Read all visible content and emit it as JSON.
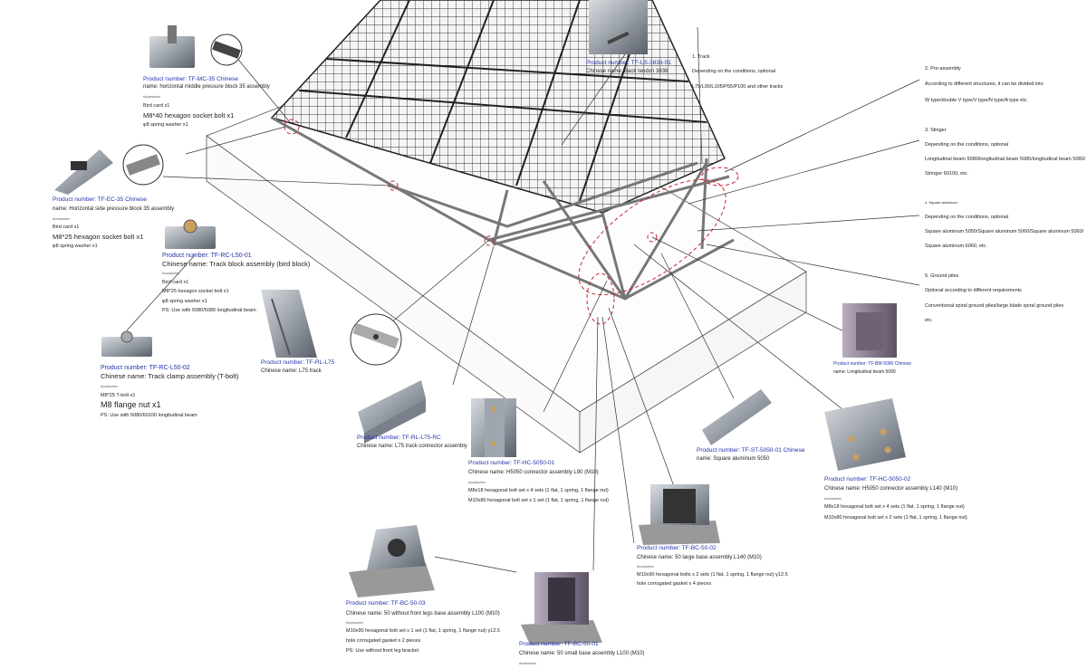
{
  "annotations": {
    "track": {
      "title": "1. Track",
      "line1": "Depending on the conditions, optional",
      "line2": "L75/L90/L105/P65/P100 and other tracks"
    },
    "preassembly": {
      "title": "2. Pre-assembly",
      "line1": "According to different structures, it can be divided into",
      "line2": "W type/double V type/V type/N type/A type etc."
    },
    "stringer": {
      "title": "3. Stinger",
      "line1": "Depending on the conditions, optional",
      "line2": "Longitudinal beam 5080/longitudinal beam 5085/longitudinal beam 5080/",
      "line3": "Stringer 60100, etc."
    },
    "square": {
      "title": "4. Square aluminum",
      "line1": "Depending on the conditions, optional",
      "line2": "Square aluminum 5050/Square aluminum 5060/Square aluminum 5060/",
      "line3": "Square aluminum 6060, etc."
    },
    "piles": {
      "title": "5. Ground piles",
      "line1": "Optional according to different requirements",
      "line2": "Conventional spiral ground piles/large blade spiral ground piles",
      "line3": "etc."
    }
  },
  "parts": {
    "mc35": {
      "pn": "Product number: TF-MC-35 Chinese",
      "cn": "name: horizontal middle pressure block 35 assembly",
      "acc": "Accessories",
      "a1": "Bird card x1",
      "a2": "M8*40 hexagon socket bolt x1",
      "a3": "φ8 spring washer x1"
    },
    "ec35": {
      "pn": "Product number: TF-EC-35 Chinese",
      "cn": "name: Horizontal side pressure block 35 assembly",
      "acc": "Accessories",
      "a1": "Bird card x1",
      "a2": "M8*25 hexagon socket bolt x1",
      "a3": "φ8 spring washer x1"
    },
    "rcl5001": {
      "pn": "Product number: TF-RC-L50-01",
      "cn": "Chinese name: Track block assembly (bird block)",
      "acc": "Accessories",
      "a1": "Bird card x1",
      "a2": "M8*25 hexagon socket bolt x1",
      "a3": "φ8 spring washer x1",
      "a4": "PS: Use with 5080/5080 longitudinal beam"
    },
    "rcl5002": {
      "pn": "Product number: TF-RC-L50-02",
      "cn": "Chinese name: Track clamp assembly (T-bolt)",
      "acc": "Accessories",
      "a1": "M8*25 T-bolt x1",
      "a2": "M8 flange nut x1",
      "a3": "PS: Use with 5080/60100 longitudinal beam"
    },
    "ls3838": {
      "pn": "Product number: TF-LS-3838-01",
      "cn": "Chinese name: Back tendon 3838"
    },
    "rll75": {
      "pn": "Product number: TF-RL-L75",
      "cn": "Chinese name: L75 track"
    },
    "rll75rc": {
      "pn": "Product number: TF-RL-L75-RC",
      "cn": "Chinese name: L75 track connector assembly"
    },
    "hc505001": {
      "pn": "Product number: TF-HC-5050-01",
      "cn": "Chinese name: H5050 connector assembly L90 (M10)",
      "acc": "Accessories",
      "a1": "M8x18 hexagonal bolt set x 4 sets (1 flat, 1 spring, 1 flange nut)",
      "a2": "M10x80 hexagonal bolt set x 1 set (1 flat, 1 spring, 1 flange nut)"
    },
    "st505001": {
      "pn": "Product number: TF-ST-5050-01 Chinese",
      "cn": "name: Square aluminum 5050"
    },
    "bm5090": {
      "pn": "Product number: TF-BM-5090 Chinese",
      "cn": "name: Longitudinal beam 5090"
    },
    "hc505002": {
      "pn": "Product number: TF-HC-5050-02",
      "cn": "Chinese name: H5050 connector assembly L140 (M10)",
      "acc": "Accessories",
      "a1": "M8x18 hexagonal bolt set x 4 sets (1 flat, 1 spring, 1 flange nut)",
      "a2": "M10x80 hexagonal bolt set x 2 sets (1 flat, 1 spring, 1 flange nut)"
    },
    "bc5002": {
      "pn": "Product number: TF-BC-50-02",
      "cn": "Chinese name: 50 large base assembly L140 (M10)",
      "acc": "Accessories",
      "a1": "M10x90 hexagonal bolts x 2 sets (1 flat, 1 spring, 1 flange nut) γ12.5",
      "a2": "hole corrugated gasket x 4 pieces"
    },
    "bc5003": {
      "pn": "Product number: TF-BC-50-03",
      "cn": "Chinese name: 50 without front legs base assembly L100 (M10)",
      "acc": "Accessories",
      "a1": "M10x90 hexagonal bolt set x 1 set (1 flat, 1 spring, 1 flange nut) γ12.5",
      "a2": "hole corrugated gasket x 2 pieces",
      "a3": "PS: Use without front leg bracket"
    },
    "bc5001": {
      "pn": "Product number: TF-BC-50-01",
      "cn": "Chinese name: 50 small base assembly L100 (M10)",
      "acc": "Accessories"
    }
  },
  "colors": {
    "part_number": "#2233aa",
    "highlight": "#cc2233",
    "line": "#333333",
    "metal": "#9aa0a8"
  }
}
